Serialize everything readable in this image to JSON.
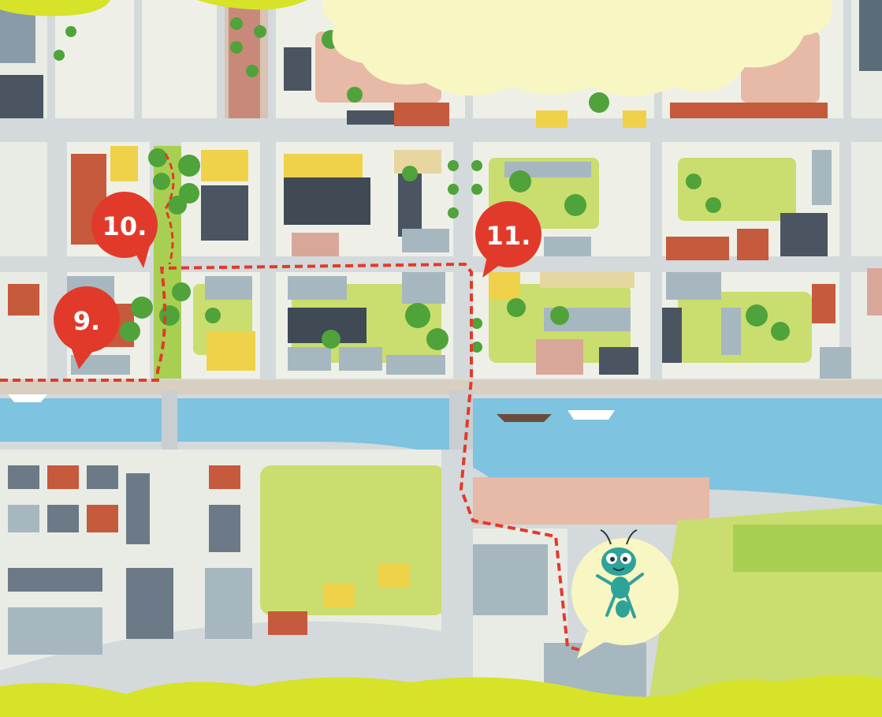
{
  "map": {
    "colors": {
      "street": "#d4d9db",
      "block": "#eef0e8",
      "grass": "#c9de6e",
      "park": "#a9cf52",
      "tree": "#4fa33a",
      "water": "#7ec3e0",
      "route": "#e23a2a",
      "marker": "#e23a2a",
      "cloud": "#f8f6c2",
      "frame": "#d6e329",
      "roof_red": "#c65a3c",
      "roof_dark": "#4a5561",
      "wall_yellow": "#f0d14a"
    },
    "markers": [
      {
        "id": "9",
        "label": "9."
      },
      {
        "id": "10",
        "label": "10."
      },
      {
        "id": "11",
        "label": "11."
      }
    ],
    "mascot": {
      "icon": "ant-mascot-icon"
    },
    "route": {
      "style": "dashed",
      "stops": [
        "9",
        "10",
        "11"
      ]
    }
  }
}
